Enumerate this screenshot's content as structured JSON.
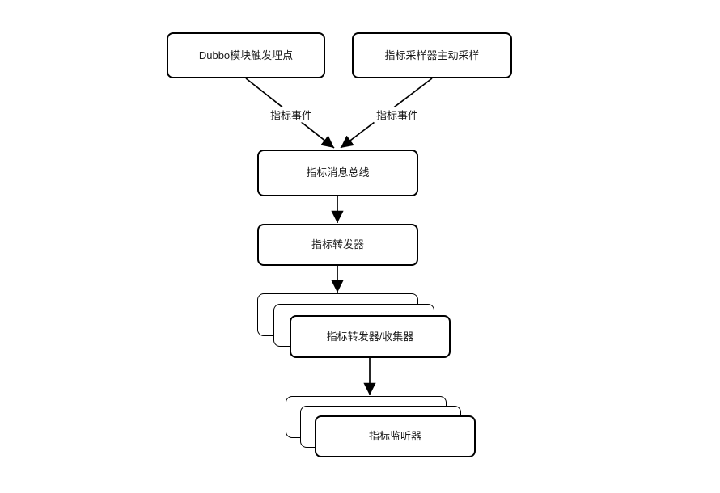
{
  "diagram": {
    "title_hint": "metrics-event-flow",
    "colors": {
      "background": "#ffffff",
      "node_fill": "#ffffff",
      "stroke": "#000000",
      "text": "#1a1a1a"
    },
    "nodes": {
      "dubbo_trigger": {
        "label": "Dubbo模块触发埋点"
      },
      "sampler": {
        "label": "指标采样器主动采样"
      },
      "bus": {
        "label": "指标消息总线"
      },
      "forwarder": {
        "label": "指标转发器"
      },
      "forwarder_collector": {
        "label": "指标转发器/收集器"
      },
      "listener": {
        "label": "指标监听器"
      }
    },
    "edge_labels": {
      "dubbo_to_bus": "指标事件",
      "sampler_to_bus": "指标事件"
    }
  }
}
